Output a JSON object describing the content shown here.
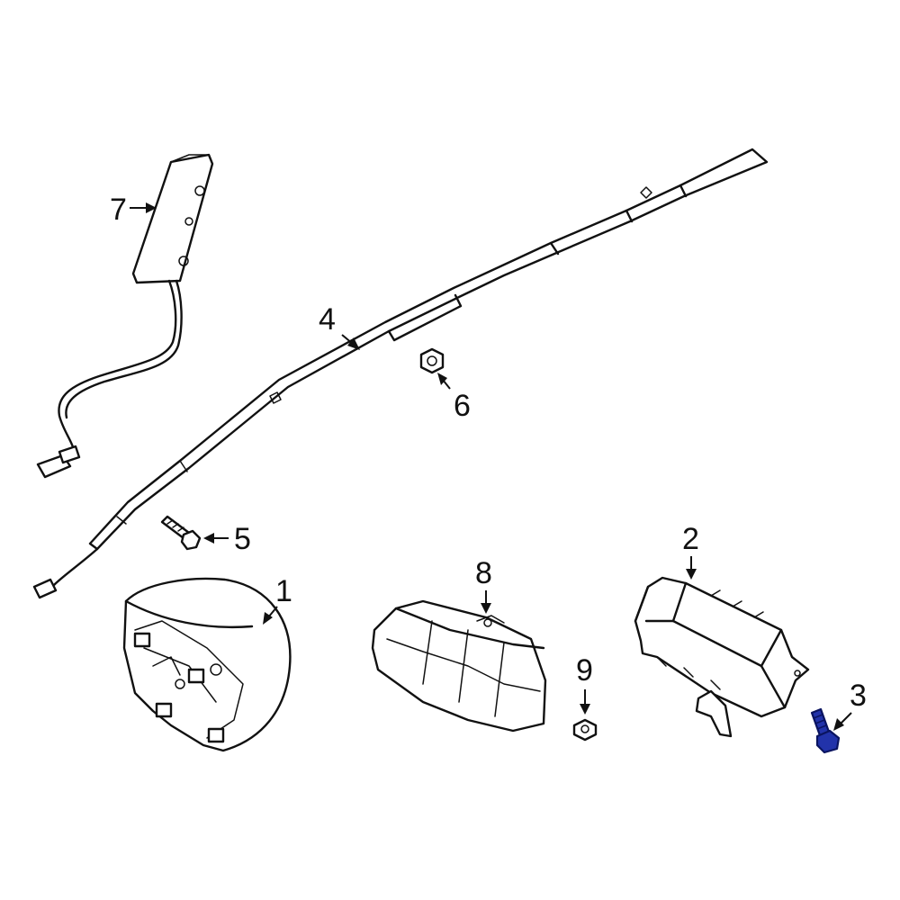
{
  "diagram": {
    "callouts": [
      "1",
      "2",
      "3",
      "4",
      "5",
      "6",
      "7",
      "8",
      "9"
    ]
  },
  "colors": {
    "line": "#111111",
    "background": "#ffffff",
    "highlight": "#2233aa",
    "highlight_outline": "#0a1460"
  },
  "highlighted_part": "3"
}
